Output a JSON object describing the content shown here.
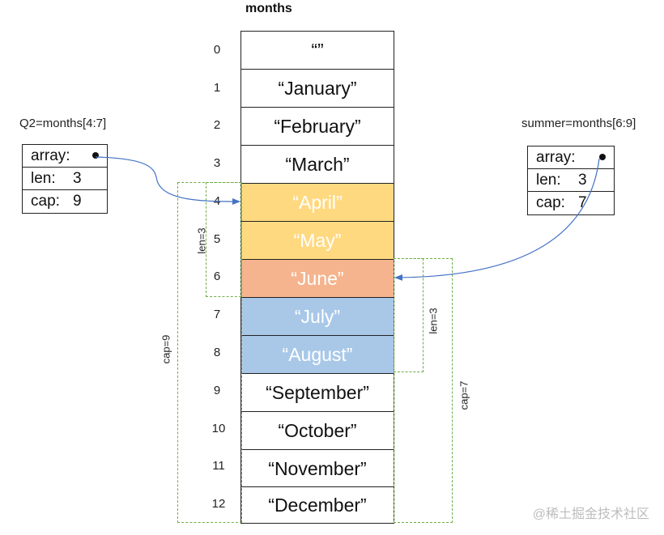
{
  "title": "months",
  "months": [
    {
      "index": "0",
      "text": "“”",
      "color": "white"
    },
    {
      "index": "1",
      "text": "“January”",
      "color": "white"
    },
    {
      "index": "2",
      "text": "“February”",
      "color": "white"
    },
    {
      "index": "3",
      "text": "“March”",
      "color": "white"
    },
    {
      "index": "4",
      "text": "“April”",
      "color": "yellow"
    },
    {
      "index": "5",
      "text": "“May”",
      "color": "yellow"
    },
    {
      "index": "6",
      "text": "“June”",
      "color": "orange"
    },
    {
      "index": "7",
      "text": "“July”",
      "color": "blue"
    },
    {
      "index": "8",
      "text": "“August”",
      "color": "blue"
    },
    {
      "index": "9",
      "text": "“September”",
      "color": "white"
    },
    {
      "index": "10",
      "text": "“October”",
      "color": "white"
    },
    {
      "index": "11",
      "text": "“November”",
      "color": "white"
    },
    {
      "index": "12",
      "text": "“December”",
      "color": "white"
    }
  ],
  "q2": {
    "label": "Q2=months[4:7]",
    "array_key": "array:",
    "len_key": "len:",
    "len_val": "3",
    "cap_key": "cap:",
    "cap_val": "9",
    "len_note": "len=3",
    "cap_note": "cap=9"
  },
  "summer": {
    "label": "summer=months[6:9]",
    "array_key": "array:",
    "len_key": "len:",
    "len_val": "3",
    "cap_key": "cap:",
    "cap_val": "7",
    "len_note": "len=3",
    "cap_note": "cap=7"
  },
  "colors": {
    "yellow": "#ffd980",
    "orange": "#f5b48e",
    "blue": "#a9c8e8",
    "arrow": "#4472c4",
    "dash": "#70ad47"
  },
  "watermark": "@稀土掘金技术社区"
}
